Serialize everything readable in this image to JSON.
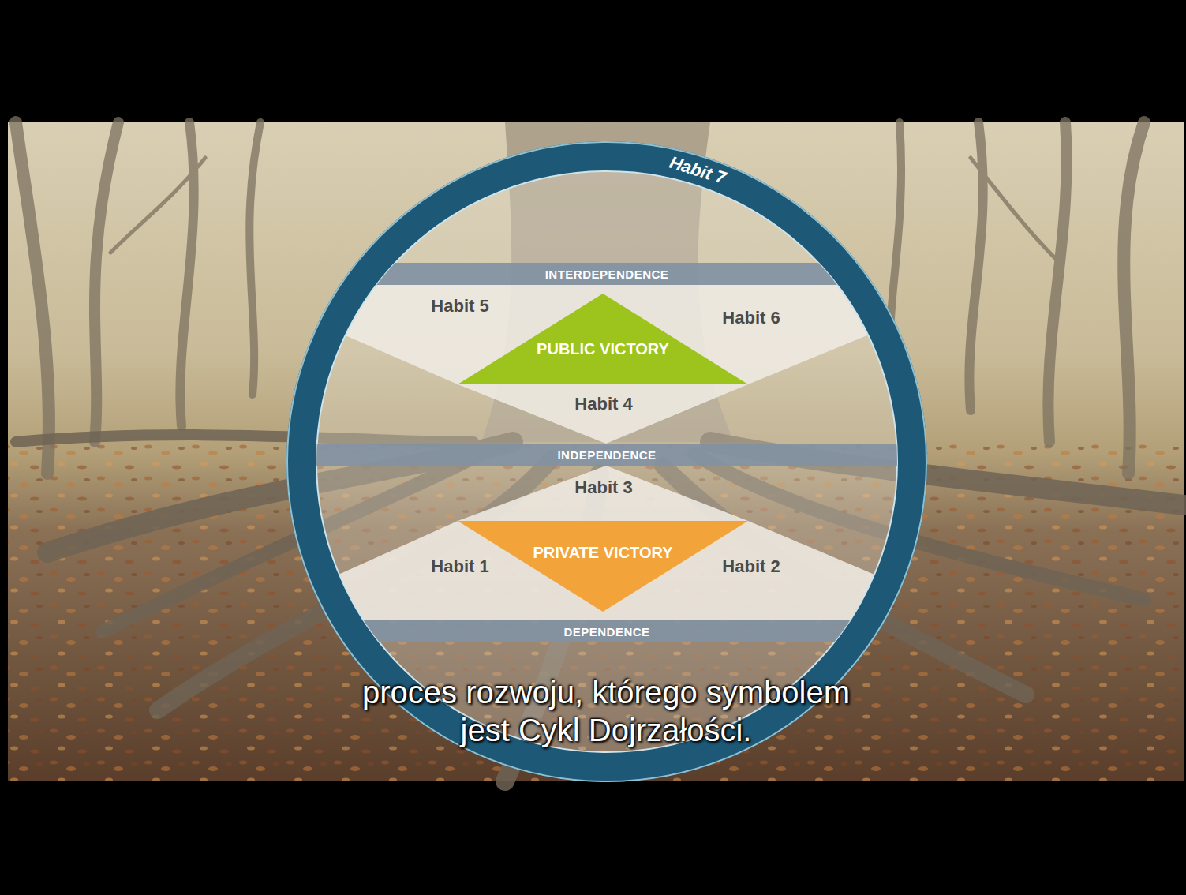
{
  "diagram": {
    "caption": "proces rozwoju, którego symbolem jest Cykl Dojrzałości.",
    "nodes": [
      {
        "text": [
          "Habit 7"
        ]
      },
      {
        "text": [
          "INTERDEPENDENCE"
        ],
        "in": 0
      },
      {
        "text": [
          "PUBLIC VICTORY"
        ],
        "in": 0
      },
      {
        "text": [
          "INDEPENDENCE"
        ],
        "in": 0
      },
      {
        "text": [
          "PRIVATE VICTORY"
        ],
        "in": 0
      },
      {
        "text": [
          "DEPENDENCE"
        ],
        "in": 0
      }
    ],
    "labels": [
      "Habit 5",
      "Habit 6",
      "Habit 4",
      "Habit 3",
      "Habit 1",
      "Habit 2"
    ]
  }
}
